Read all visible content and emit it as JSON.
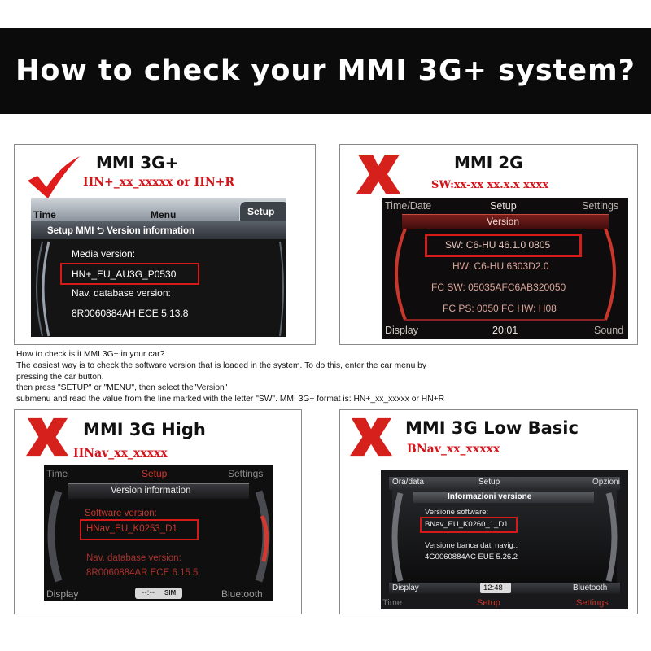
{
  "banner_title": "How to check your MMI 3G+ system?",
  "colors": {
    "accent_red": "#d4141b",
    "check_red": "#e01b1b",
    "screen_red": "#c8362c"
  },
  "panel_3g_plus": {
    "title": "MMI 3G+",
    "format": "HN+_xx_xxxxx or HN+R",
    "mark_icon": "checkmark-icon",
    "screen": {
      "tab_time": "Time",
      "tab_menu": "Menu",
      "tab_setup": "Setup",
      "breadcrumb": "Setup MMI ⮌ Version information",
      "media_label": "Media version:",
      "media_value": "HN+_EU_AU3G_P0530",
      "nav_label": "Nav. database version:",
      "nav_value": "8R0060884AH ECE 5.13.8"
    }
  },
  "panel_2g": {
    "title": "MMI 2G",
    "format": "SW:xx-xx xx.x.x xxxx",
    "mark_icon": "x-cross-icon",
    "screen": {
      "tab_time": "Time/Date",
      "tab_setup": "Setup",
      "tab_settings": "Settings",
      "heading": "Version",
      "sw": "SW: C6-HU 46.1.0 0805",
      "hw": "HW: C6-HU 6303D2.0",
      "fcsw": "FC SW: 05035AFC6AB320050",
      "fcps": "FC PS: 0050 FC HW: H08",
      "display": "Display",
      "clock": "20:01",
      "sound": "Sound"
    }
  },
  "instructions": [
    "How to check is it MMI 3G+ in your car?",
    "The easiest way is to check the software version that is loaded in the system. To do this, enter the car menu by",
    "pressing the car button,",
    " then press \"SETUP\" or \"MENU\", then select the\"Version\"",
    "submenu and read the value from the line marked with the letter \"SW\". MMI 3G+ format is: HN+_xx_xxxxx or HN+R"
  ],
  "panel_3g_high": {
    "title": "MMI 3G High",
    "format": "HNav_xx_xxxxx",
    "mark_icon": "x-cross-icon",
    "screen": {
      "tab_time": "Time",
      "tab_setup": "Setup",
      "tab_settings": "Settings",
      "heading": "Version information",
      "sw_label": "Software version:",
      "sw_value": "HNav_EU_K0253_D1",
      "nav_label": "Nav. database version:",
      "nav_value": "8R0060884AR ECE 6.15.5",
      "display": "Display",
      "status": "--:--",
      "sim": "SIM",
      "bluetooth": "Bluetooth"
    }
  },
  "panel_3g_low": {
    "title": "MMI 3G Low Basic",
    "format": "BNav_xx_xxxxx",
    "mark_icon": "x-cross-icon",
    "screen": {
      "tab_time": "Ora/data",
      "tab_setup": "Setup",
      "tab_options": "Opzioni",
      "heading": "Informazioni versione",
      "sw_label": "Versione software:",
      "sw_value": "BNav_EU_K0260_1_D1",
      "nav_label": "Versione banca dati navig.:",
      "nav_value": "4G0060884AC EUE 5.26.2",
      "display": "Display",
      "clock": "12:48",
      "bluetooth": "Bluetooth",
      "bottom_time": "Time",
      "bottom_setup": "Setup",
      "bottom_settings": "Settings"
    }
  }
}
